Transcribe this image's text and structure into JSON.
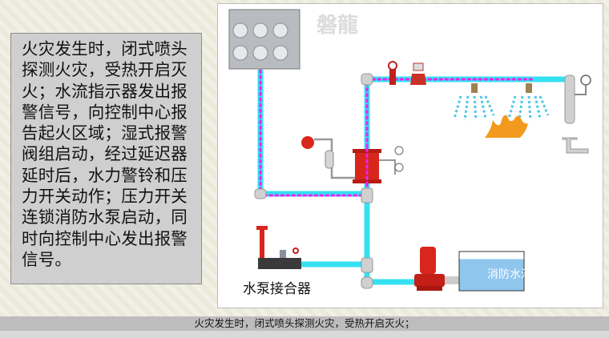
{
  "description_text": "火灾发生时，闭式喷头探测火灾，受热开启灭火；水流指示器发出报警信号，向控制中心报告起火区域；湿式报警阀组启动，经过延迟器延时后，水力警铃和压力开关动作；压力开关连锁消防水泵启动，同时向控制中心发出报警信号。",
  "diagram": {
    "watermark": "磐龍",
    "pump_connector_label": "水泵接合器",
    "pool_label": "消防水池"
  },
  "caption": "火灾发生时，闭式喷头探测火灾，受热开启灭火；",
  "colors": {
    "pipe": "#35e0f2",
    "flow_dots": "#ee22ee",
    "valve_red": "#d8261c"
  }
}
